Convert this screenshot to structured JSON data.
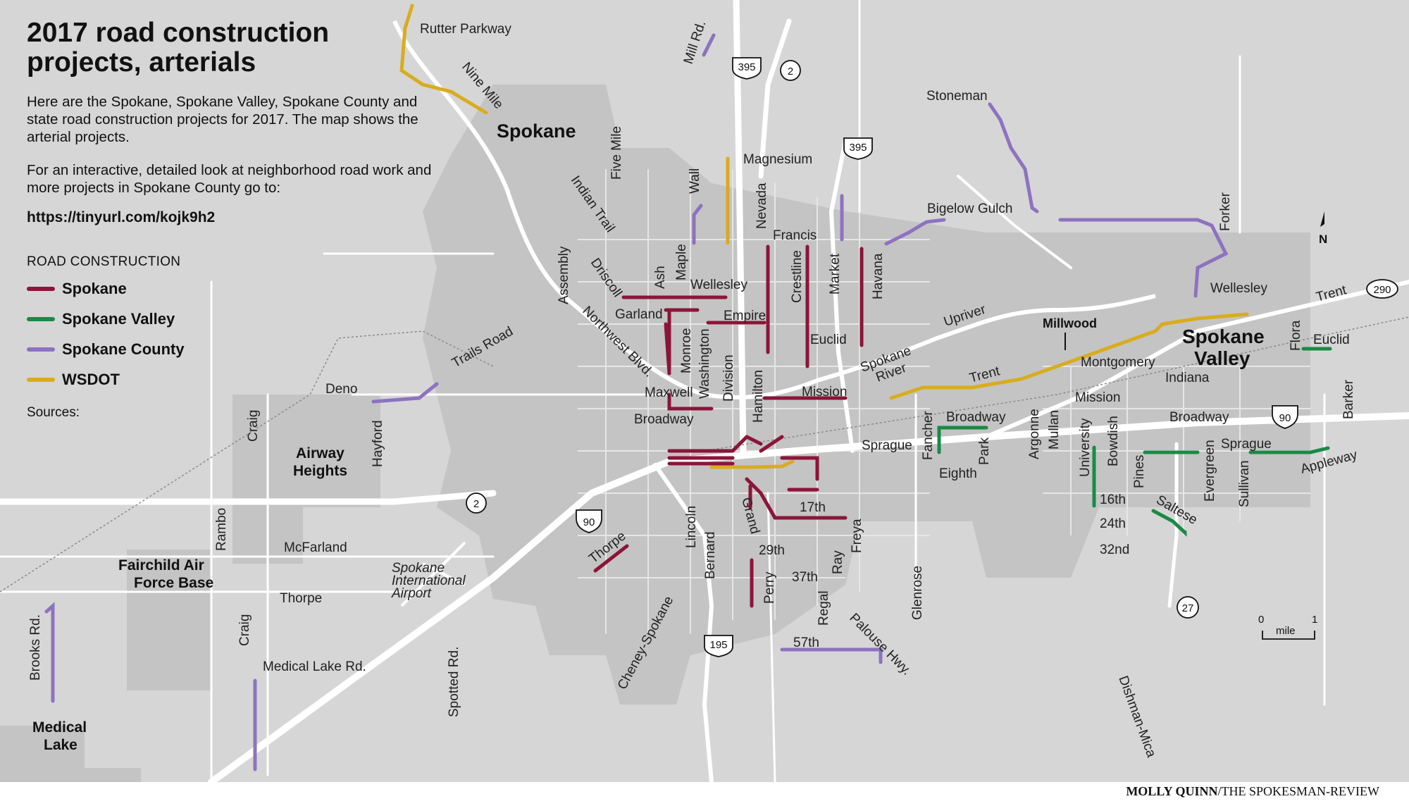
{
  "title": "2017 road construction projects, arterials",
  "intro": "Here are the Spokane, Spokane Valley, Spokane County and state road construction projects for 2017. The map shows the arterial projects.",
  "interactive_note": "For an interactive, detailed look at neighborhood road work and more projects in Spokane County go to:",
  "url": "https://tinyurl.com/kojk9h2",
  "legend": {
    "heading": "ROAD CONSTRUCTION",
    "items": [
      {
        "label": "Spokane",
        "color": "#8b1538"
      },
      {
        "label": "Spokane Valley",
        "color": "#1a8a45"
      },
      {
        "label": "Spokane County",
        "color": "#8e72c0"
      },
      {
        "label": "WSDOT",
        "color": "#d9ac1e"
      }
    ]
  },
  "sources_label": "Sources:",
  "credit": {
    "author": "MOLLY QUINN",
    "outlet": "/THE SPOKESMAN-REVIEW"
  },
  "places": {
    "spokane": "Spokane",
    "spokane_valley_1": "Spokane",
    "spokane_valley_2": "Valley",
    "airway_1": "Airway",
    "airway_2": "Heights",
    "fairchild_1": "Fairchild Air",
    "fairchild_2": "Force Base",
    "medical_1": "Medical",
    "medical_2": "Lake",
    "millwood": "Millwood",
    "airport_1": "Spokane",
    "airport_2": "International",
    "airport_3": "Airport",
    "river_1": "Spokane",
    "river_2": "River"
  },
  "streets": {
    "rutter": "Rutter Parkway",
    "nine_mile": "Nine Mile",
    "mill_rd": "Mill Rd.",
    "five_mile": "Five Mile",
    "indian_trail": "Indian Trail",
    "wall": "Wall",
    "magnesium": "Magnesium",
    "nevada": "Nevada",
    "stoneman": "Stoneman",
    "bigelow": "Bigelow Gulch",
    "forker": "Forker",
    "francis": "Francis",
    "assembly": "Assembly",
    "driscoll": "Driscoll",
    "ash": "Ash",
    "maple": "Maple",
    "wellesley": "Wellesley",
    "crestline": "Crestline",
    "market": "Market",
    "havana": "Havana",
    "wellesley_east": "Wellesley",
    "trent_east": "Trent",
    "garland": "Garland",
    "empire": "Empire",
    "northwest": "Northwest Blvd.",
    "monroe": "Monroe",
    "washington": "Washington",
    "division": "Division",
    "euclid": "Euclid",
    "upriver": "Upriver",
    "flora": "Flora",
    "euclid_east": "Euclid",
    "trails": "Trails Road",
    "deno": "Deno",
    "maxwell": "Maxwell",
    "hamilton": "Hamilton",
    "mission": "Mission",
    "trent": "Trent",
    "montgomery": "Montgomery",
    "indiana": "Indiana",
    "mission_east": "Mission",
    "broadway": "Broadway",
    "broadway_mid": "Broadway",
    "broadway_east": "Broadway",
    "barker": "Barker",
    "craig": "Craig",
    "hayford": "Hayford",
    "sprague": "Sprague",
    "fancher": "Fancher",
    "park": "Park",
    "argonne": "Argonne",
    "mullan": "Mullan",
    "university": "University",
    "bowdish": "Bowdish",
    "pines": "Pines",
    "evergreen": "Evergreen",
    "sprague_east": "Sprague",
    "sullivan": "Sullivan",
    "appleway": "Appleway",
    "eighth": "Eighth",
    "sixteenth": "16th",
    "saltese": "Saltese",
    "seventeenth": "17th",
    "grand": "Grand",
    "lincoln": "Lincoln",
    "bernard": "Bernard",
    "twentyfourth": "24th",
    "thirtysecond": "32nd",
    "rambo": "Rambo",
    "mcfarland": "McFarland",
    "thorpe": "Thorpe",
    "thorpe_road": "Thorpe",
    "ray": "Ray",
    "freya": "Freya",
    "twentyninth": "29th",
    "perry": "Perry",
    "thirtyseventh": "37th",
    "glenrose": "Glenrose",
    "regal": "Regal",
    "palouse": "Palouse Hwy.",
    "fiftyseventh": "57th",
    "cheney": "Cheney-Spokane",
    "craig_south": "Craig",
    "medical_lake_rd": "Medical Lake Rd.",
    "spotted": "Spotted Rd.",
    "brooks": "Brooks Rd.",
    "dishman": "Dishman-Mica"
  },
  "shields": {
    "us395_a": "395",
    "us395_b": "395",
    "sr2_a": "2",
    "sr2_b": "2",
    "i90_a": "90",
    "i90_b": "90",
    "sr290": "290",
    "sr27": "27",
    "us195": "195"
  },
  "north": "N",
  "scale": {
    "zero": "0",
    "one": "1",
    "unit": "mile"
  }
}
